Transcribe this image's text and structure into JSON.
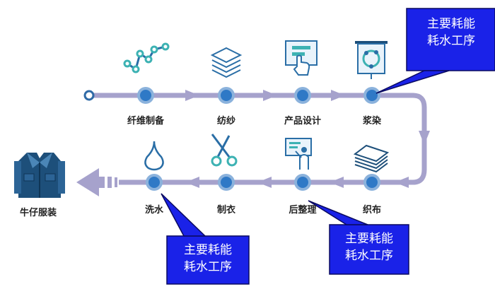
{
  "colors": {
    "track": "#a6a2cc",
    "node_fill": "#2f79c6",
    "node_ring": "#8bb2dc",
    "icon_blue": "#2a6ea6",
    "icon_teal": "#3db2b3",
    "callout_fill": "#1a22e8",
    "shirt_dark": "#1d4f7a",
    "shirt_light": "#4b86b7"
  },
  "stages_top": [
    {
      "label": "纤维制备",
      "icon": "line-chart-icon"
    },
    {
      "label": "纺纱",
      "icon": "layers-icon"
    },
    {
      "label": "产品设计",
      "icon": "touch-screen-icon"
    },
    {
      "label": "浆染",
      "icon": "presentation-board-icon"
    }
  ],
  "stages_bottom": [
    {
      "label": "织布",
      "icon": "stacked-sheets-icon"
    },
    {
      "label": "后整理",
      "icon": "presenter-board-icon"
    },
    {
      "label": "制衣",
      "icon": "scissors-icon"
    },
    {
      "label": "洗水",
      "icon": "water-drop-icon"
    }
  ],
  "final_product": {
    "label": "牛仔服装",
    "icon": "shirt-icon"
  },
  "callouts": [
    {
      "text": "主要耗能\n耗水工序",
      "target": "浆染"
    },
    {
      "text": "主要耗能\n耗水工序",
      "target": "后整理"
    },
    {
      "text": "主要耗能\n耗水工序",
      "target": "洗水"
    }
  ]
}
